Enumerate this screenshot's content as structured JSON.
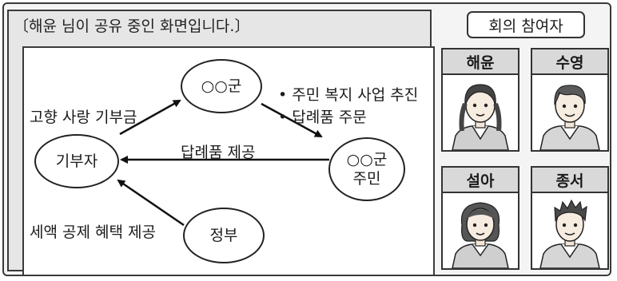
{
  "share_window": {
    "title": "〔해윤 님이 공유 중인 화면입니다.〕"
  },
  "diagram": {
    "nodes": {
      "donor": "기부자",
      "county": "○○군",
      "residents": "○○군\n주민",
      "government": "정부"
    },
    "labels": {
      "hometown_donation": "고향 사랑 기부금",
      "gift_provision": "답례품 제공",
      "tax_benefit": "세액 공제 혜택 제공",
      "county_actions": [
        "• 주민 복지 사업 추진",
        "• 답례품 주문"
      ]
    }
  },
  "participants": {
    "title": "회의 참여자",
    "people": [
      {
        "name": "해윤",
        "avatar_icon": "girl-braids-avatar"
      },
      {
        "name": "수영",
        "avatar_icon": "boy-short-hair-avatar"
      },
      {
        "name": "설아",
        "avatar_icon": "girl-short-hair-avatar"
      },
      {
        "name": "종서",
        "avatar_icon": "boy-spiky-hair-avatar"
      }
    ]
  }
}
